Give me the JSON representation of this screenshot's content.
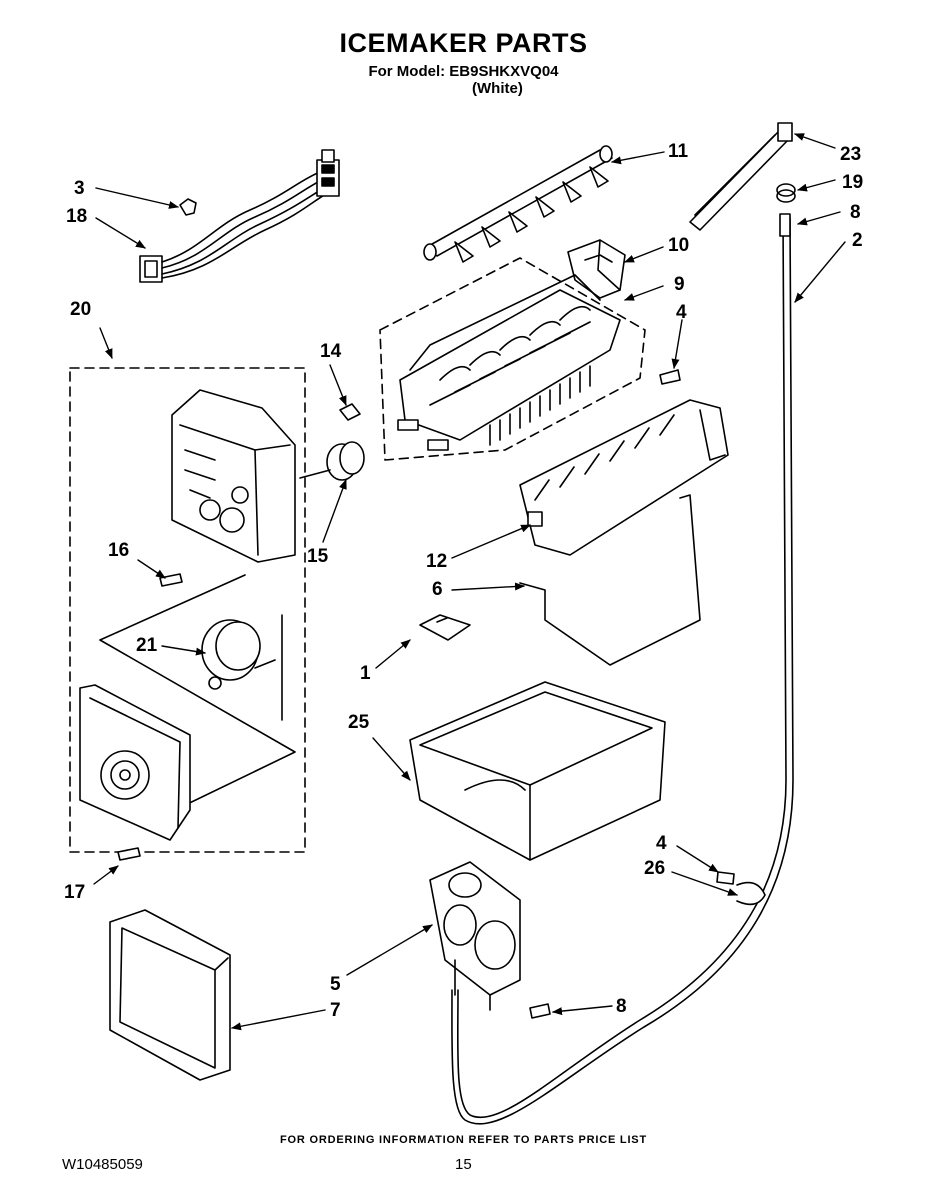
{
  "header": {
    "title": "ICEMAKER PARTS",
    "model_line": "For Model: EB9SHKXVQ04",
    "color_line": "(White)"
  },
  "footer": {
    "note": "FOR ORDERING INFORMATION REFER TO PARTS PRICE LIST",
    "document_number": "W10485059",
    "page_number": "15"
  },
  "callouts": {
    "c1": "1",
    "c2": "2",
    "c3": "3",
    "c4a": "4",
    "c4b": "4",
    "c5": "5",
    "c6": "6",
    "c7": "7",
    "c8a": "8",
    "c8b": "8",
    "c9": "9",
    "c10": "10",
    "c11": "11",
    "c12": "12",
    "c14": "14",
    "c15": "15",
    "c16": "16",
    "c17": "17",
    "c18": "18",
    "c19": "19",
    "c20": "20",
    "c21": "21",
    "c23": "23",
    "c25": "25",
    "c26": "26"
  }
}
